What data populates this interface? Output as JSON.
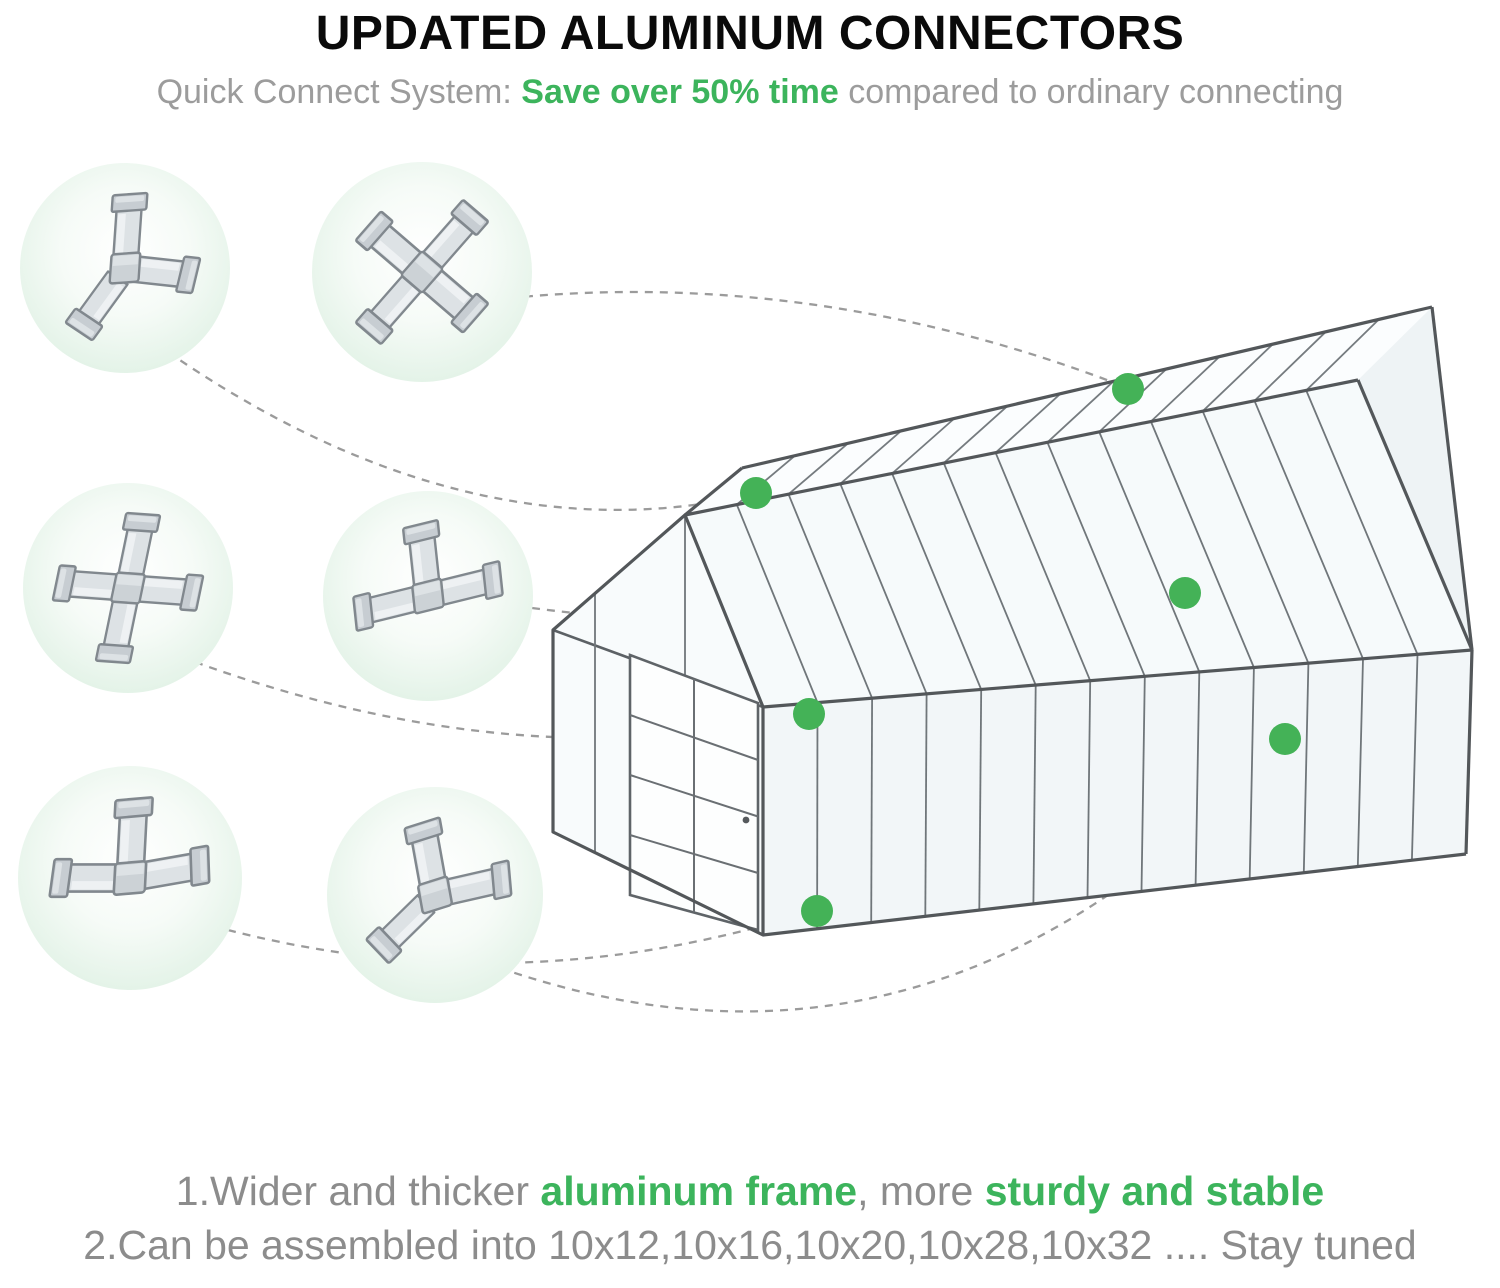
{
  "header": {
    "title": "UPDATED ALUMINUM CONNECTORS",
    "subtitle": {
      "prefix": "Quick Connect System: ",
      "highlight": "Save over 50% time",
      "suffix": " compared to ordinary connecting"
    }
  },
  "footer": {
    "line1": {
      "prefix": "1.Wider and thicker ",
      "highlight1": "aluminum frame",
      "middle": ", more ",
      "highlight2": "sturdy and stable"
    },
    "line2": "2.Can be assembled into 10x12,10x16,10x20,10x28,10x32 .... Stay tuned"
  },
  "colors": {
    "accent_green": "#3cb45c",
    "marker_green": "#44b257",
    "subtitle_gray": "#9c9c9c",
    "footer_gray": "#8c8c8c",
    "frame_gray": "#53575a",
    "bubble_green": "#d7eedd"
  },
  "icons": [
    {
      "name": "three-way-corner-connector-icon"
    },
    {
      "name": "four-way-x-connector-icon"
    },
    {
      "name": "four-way-cross-connector-icon"
    },
    {
      "name": "three-way-tee-up-connector-icon"
    },
    {
      "name": "three-way-tee-connector-icon"
    },
    {
      "name": "three-way-corner-connector-icon"
    }
  ]
}
